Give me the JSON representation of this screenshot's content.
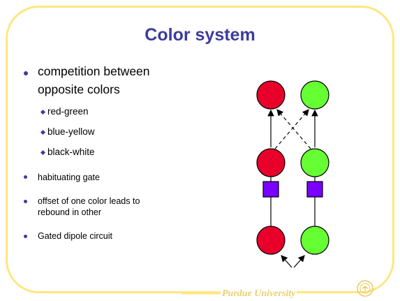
{
  "slide": {
    "title": "Color system",
    "bullets": {
      "b1_line1": "competition between",
      "b1_line2": "opposite colors",
      "sub1": "red-green",
      "sub2": "blue-yellow",
      "sub3": "black-white",
      "b2": "habituating gate",
      "b3_line1": "offset of one color leads to",
      "b3_line2": "rebound in other",
      "b4": "Gated dipole circuit"
    },
    "footer": "Purdue University"
  },
  "colors": {
    "title": "#3c3c9c",
    "frame": "#ffe680",
    "red_node": "#e8002a",
    "green_node": "#66ff33",
    "gate": "#7a00ff",
    "footer": "#e8d070"
  }
}
